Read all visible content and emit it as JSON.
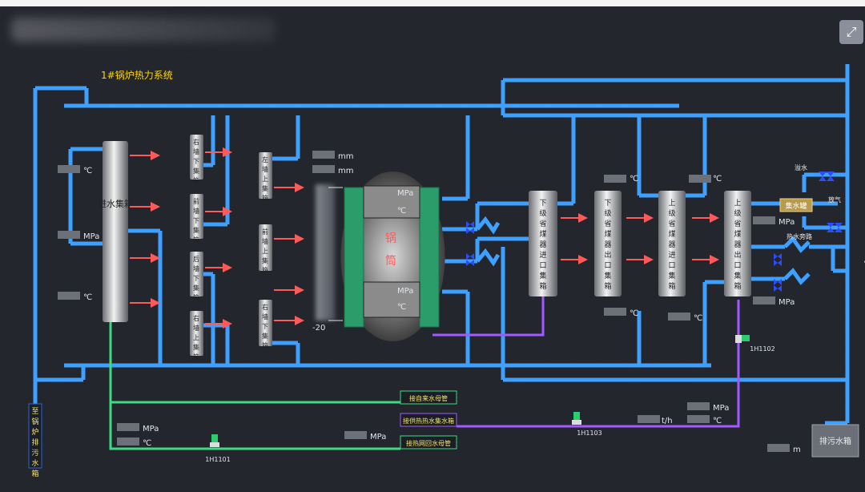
{
  "window": {
    "title_blurred": true
  },
  "diagram": {
    "title": "1#锅炉热力系统",
    "drum": {
      "label_top": "锅",
      "label_bottom": "筒",
      "readings": [
        {
          "unit": "MPa"
        },
        {
          "unit": "℃"
        },
        {
          "unit": "MPa"
        },
        {
          "unit": "℃"
        }
      ]
    },
    "headers": {
      "inlet": "进水集箱",
      "left_down": "右墙下集箱",
      "front_down": "前墙下集箱",
      "rear_down": "后墙下集箱",
      "right_up": "右墙上集箱",
      "left_up": "左墙上集箱",
      "front_up": "前墙上集箱",
      "right_down2": "右墙下集箱",
      "eco_low_in": "下级省煤器进口集箱",
      "eco_low_out": "下级省煤器出口集箱",
      "eco_up_in": "上级省煤器进口集箱",
      "eco_up_out": "上级省煤器出口集箱"
    },
    "units": {
      "inlet_temp": "℃",
      "inlet_press": "MPa",
      "inlet_temp2": "℃",
      "level1": "mm",
      "level2": "mm",
      "level_scale": "-20",
      "eco_temp1": "℃",
      "eco_temp2": "℃",
      "eco_temp3": "℃",
      "eco_temp4": "℃",
      "eco_press": "MPa",
      "eco_press2": "MPa",
      "flow": "t/h",
      "flow_press": "MPa",
      "flow_temp": "℃",
      "bottom_press": "MPa",
      "bottom_temp": "℃",
      "mid_press": "MPa",
      "tank_level": "m"
    },
    "labels": {
      "overflow": "溢水",
      "vent": "放气",
      "hot_bypass": "热水旁路",
      "collector": "集水罐",
      "blowdown_tank": "排污水箱",
      "to_blowdown": "至锅炉排污水箱",
      "pipe_in": "接自来水母管",
      "pipe_supply": "接供热热水集水箱",
      "pipe_return": "接热网回水母管",
      "tag_1101": "1H1101",
      "tag_1102": "1H1102",
      "tag_1103": "1H1103"
    }
  },
  "colors": {
    "pipe_blue": "#3fa0ff",
    "pipe_green": "#3ddc84",
    "pipe_purple": "#a259ff",
    "drum_green": "#2a9d6a",
    "title": "#ffd600",
    "arrow": "#ff5a5a"
  },
  "icons": {
    "fullscreen": "expand-icon",
    "collapse": "chevron-left-icon"
  }
}
